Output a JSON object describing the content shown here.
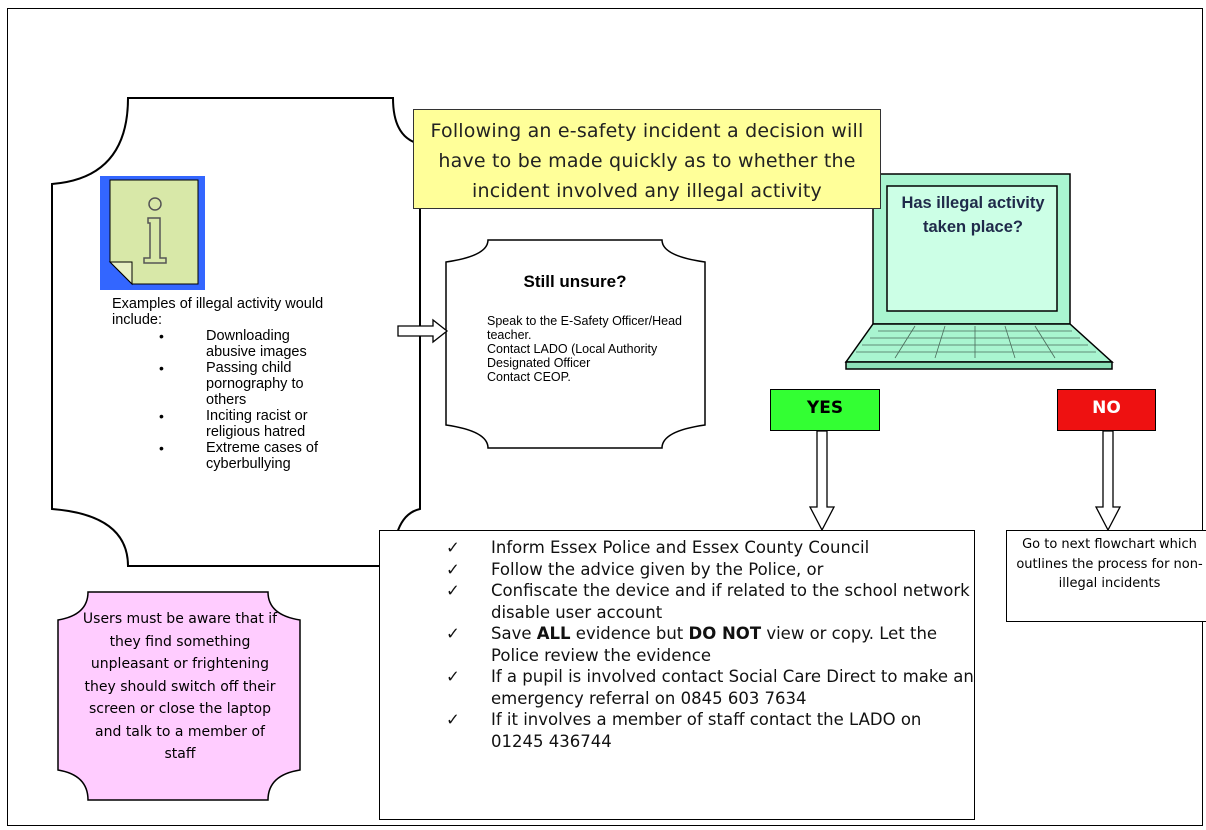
{
  "intro": {
    "text": "Following an e-safety incident a decision will have to be made quickly as to whether the incident involved any illegal activity"
  },
  "examples": {
    "heading": "Examples of illegal activity would include:",
    "items": [
      "Downloading abusive images",
      "Passing child pornography to others",
      "Inciting racist or religious hatred",
      "Extreme cases of cyberbullying"
    ]
  },
  "unsure": {
    "title": "Still unsure?",
    "lines": [
      "Speak to the E-Safety Officer/Head teacher.",
      "Contact LADO (Local Authority Designated Officer",
      "Contact CEOP."
    ]
  },
  "question": {
    "text": "Has illegal activity taken place?"
  },
  "yes_label": "YES",
  "no_label": "NO",
  "actions": {
    "check_symbol": "✓",
    "items": [
      {
        "text": "Inform Essex Police and Essex County Council"
      },
      {
        "text": "Follow the advice given by the Police, or"
      },
      {
        "text": "Confiscate the device and if related to the school network disable user account"
      },
      {
        "pre": "Save ",
        "bold1": "ALL",
        "mid": " evidence but ",
        "bold2": "DO NOT",
        "post": " view or copy. Let the Police review the evidence"
      },
      {
        "text": "If a pupil is involved contact Social Care Direct to make an emergency referral on 0845 603 7634"
      },
      {
        "text": "If it involves a member of staff contact the LADO on 01245 436744"
      }
    ]
  },
  "next": {
    "text": "Go to next flowchart which outlines the process for non-illegal incidents"
  },
  "note": {
    "text": "Users must be aware that if they find something unpleasant or frightening they should switch off their screen or close the laptop and talk to a member of staff"
  },
  "colors": {
    "intro_fill": "#ffff99",
    "note_fill": "#ffccff",
    "laptop_fill": "#99ffcc",
    "yes_fill": "#33ff33",
    "no_fill": "#ee1111",
    "icon_blue": "#3366ff",
    "icon_page": "#d8e8a8"
  }
}
